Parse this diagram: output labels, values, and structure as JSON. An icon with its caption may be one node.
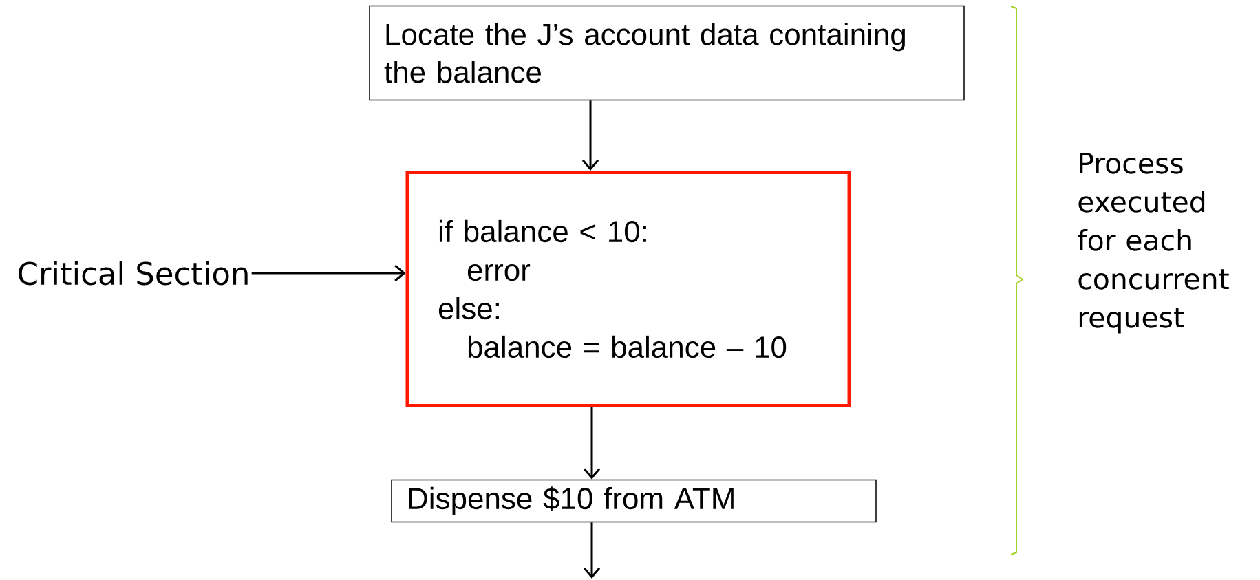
{
  "diagram": {
    "nodes": [
      {
        "text": [
          "Locate the J’s account data containing the balance"
        ]
      },
      {
        "text": [
          "Critical Section"
        ]
      },
      {
        "text": [
          "if balance < 10:",
          "error",
          "else:",
          "balance = balance – 10"
        ]
      },
      {
        "text": [
          "Dispense $10 from ATM"
        ]
      }
    ],
    "edges": [
      {
        "from": 0,
        "to": 2,
        "arrow": "to"
      },
      {
        "from": 1,
        "to": 2,
        "arrow": "to"
      },
      {
        "from": 2,
        "to": 3,
        "arrow": "to"
      },
      {
        "from": 3,
        "to": null,
        "arrow": "to"
      }
    ],
    "labels": [
      "Process executed for each concurrent request"
    ]
  }
}
